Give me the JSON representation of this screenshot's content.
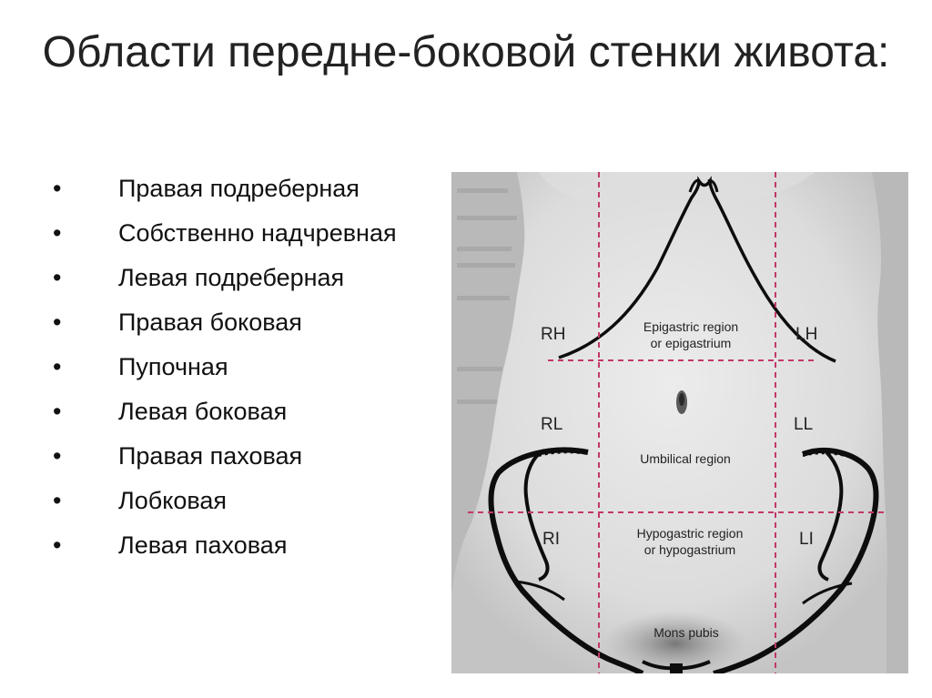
{
  "slide": {
    "title": "Области передне-боковой стенки живота:",
    "bullet_glyph": "•",
    "bullets": [
      "Правая подреберная",
      "Собственно надчревная",
      "Левая подреберная",
      "Правая боковая",
      "Пупочная",
      "Левая боковая",
      "Правая паховая",
      "Лобковая",
      "Левая паховая"
    ]
  },
  "figure": {
    "labels": {
      "rh": "RH",
      "lh": "LH",
      "rl": "RL",
      "ll": "LL",
      "ri": "RI",
      "li": "LI",
      "epigastric_1": "Epigastric region",
      "epigastric_2": "or epigastrium",
      "umbilical": "Umbilical region",
      "hypogastric_1": "Hypogastric region",
      "hypogastric_2": "or hypogastrium",
      "mons": "Mons pubis"
    },
    "colors": {
      "grid_line": "#c2386b",
      "outline": "#0d0d0d",
      "skin": "#d2d2d2"
    }
  }
}
